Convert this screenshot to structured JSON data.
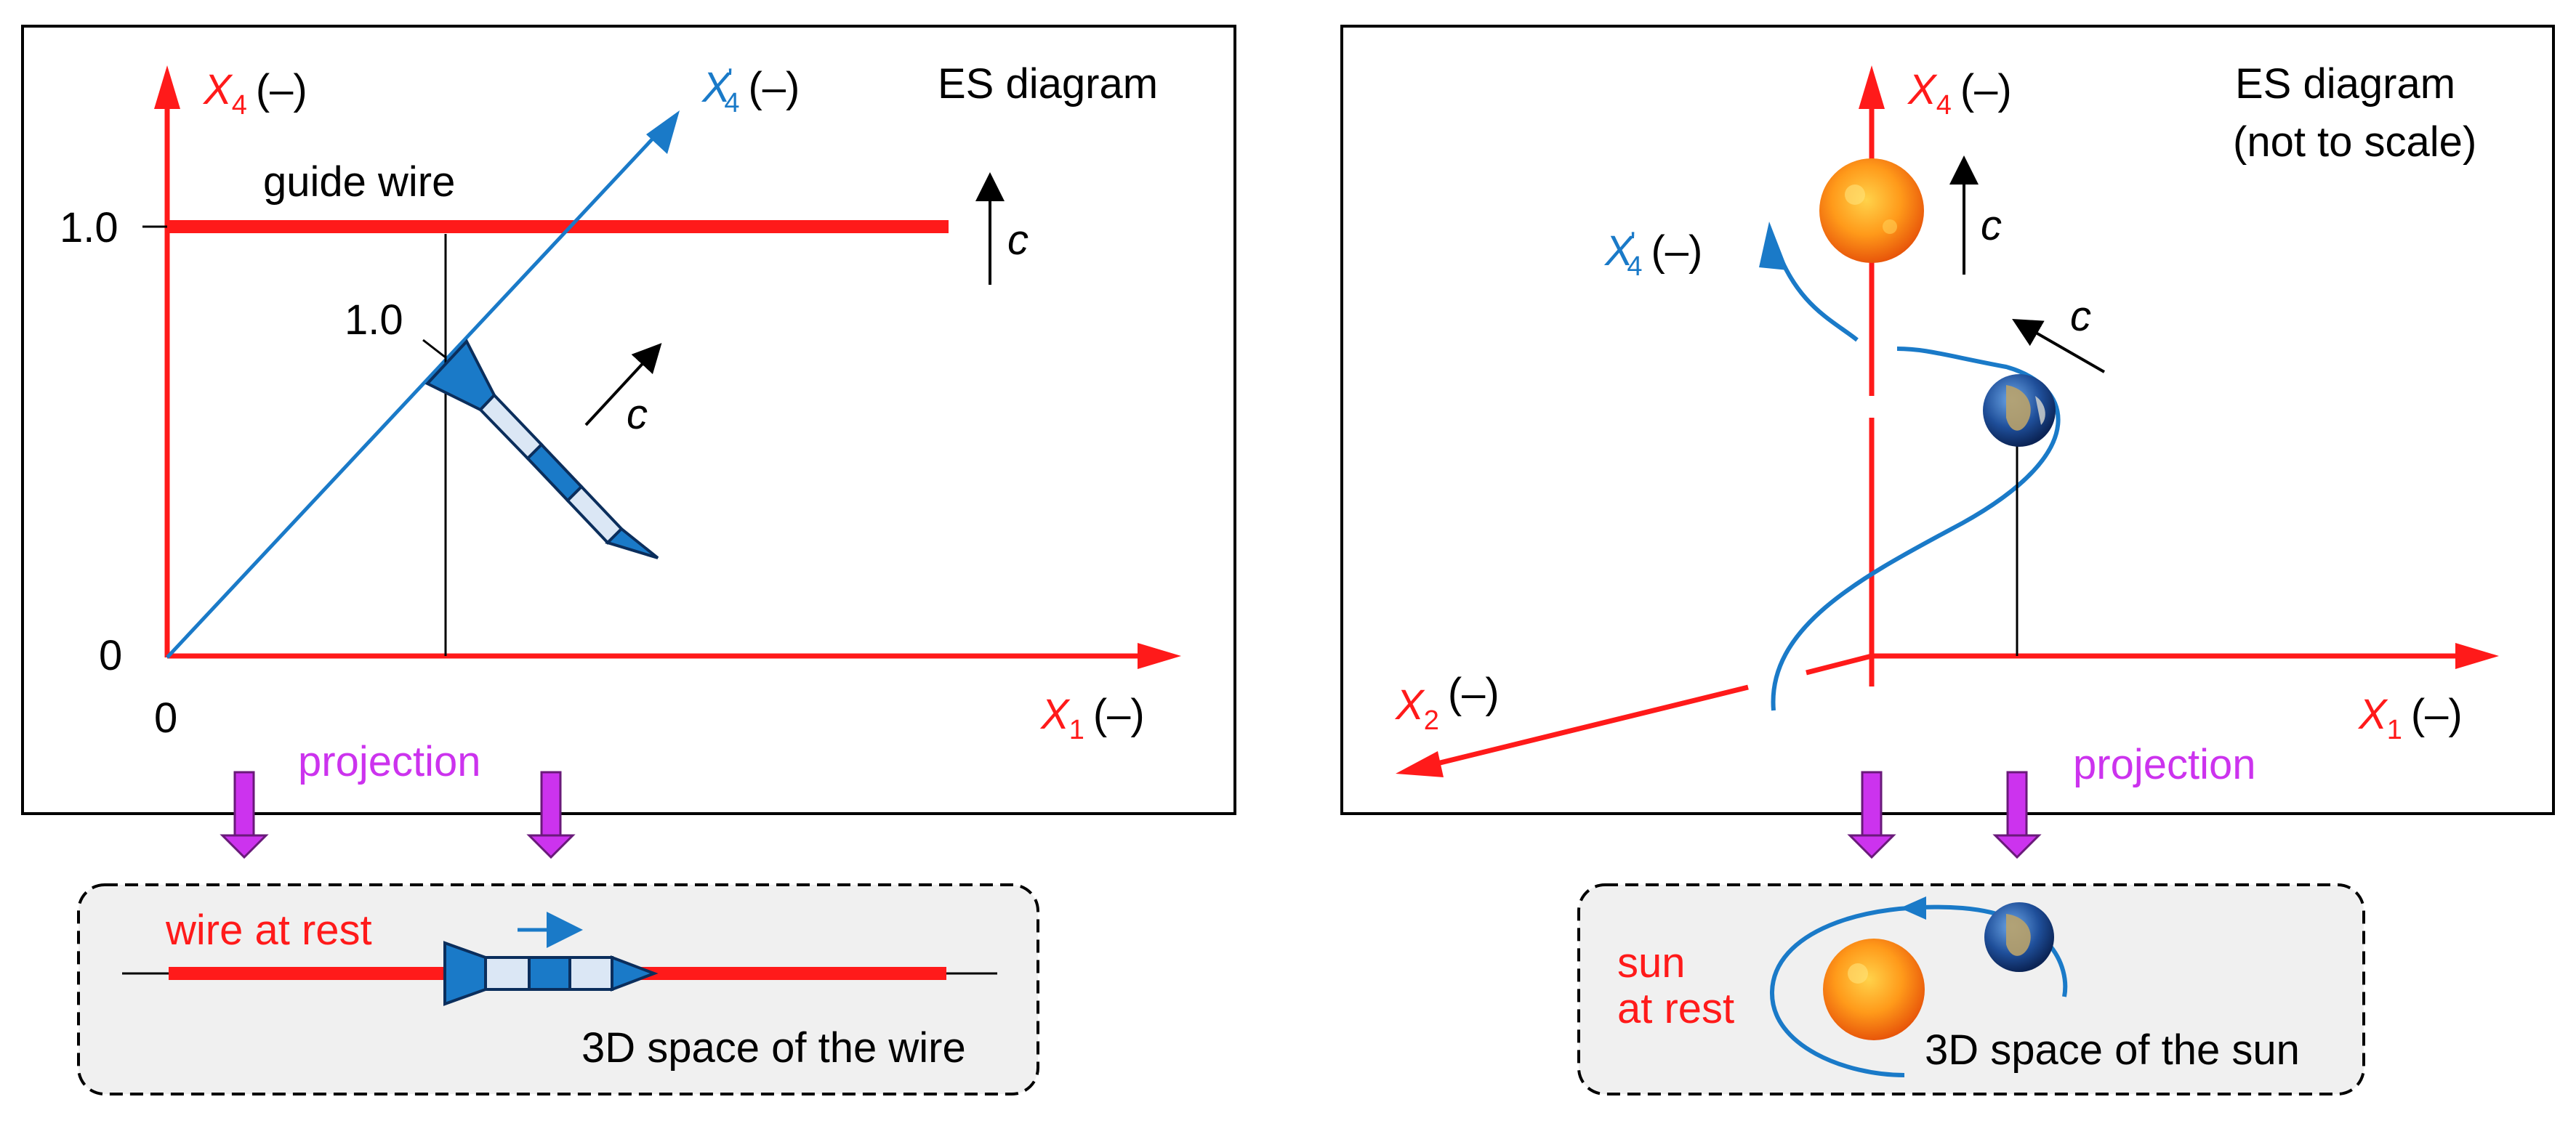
{
  "left_panel": {
    "title": "ES diagram",
    "x4_axis": {
      "symbol": "X",
      "sub": "4",
      "unit": "(–)"
    },
    "x4p_axis": {
      "symbol": "X",
      "sub": "4",
      "prime": "'",
      "unit": "(–)"
    },
    "x1_axis": {
      "symbol": "X",
      "sub": "1",
      "unit": "(–)"
    },
    "tick_y_top": "1.0",
    "tick_y_zero": "0",
    "tick_x_zero": "0",
    "guide_wire_label": "guide wire",
    "rocket_tick_label": "1.0",
    "c_label_vertical": "c",
    "c_label_diagonal": "c",
    "projection_label": "projection"
  },
  "left_bottom_box": {
    "wire_label": "wire at rest",
    "space_label": "3D space of the wire"
  },
  "right_panel": {
    "title_line1": "ES diagram",
    "title_line2": "(not to scale)",
    "x4_axis": {
      "symbol": "X",
      "sub": "4",
      "unit": "(–)"
    },
    "x4p_axis": {
      "symbol": "X",
      "sub": "4",
      "prime": "'",
      "unit": "(–)"
    },
    "x1_axis": {
      "symbol": "X",
      "sub": "1",
      "unit": "(–)"
    },
    "x2_axis": {
      "symbol": "X",
      "sub": "2",
      "unit": "(–)"
    },
    "c_label_vertical": "c",
    "c_label_diagonal": "c",
    "projection_label": "projection"
  },
  "right_bottom_box": {
    "sun_label_line1": "sun",
    "sun_label_line2": "at rest",
    "space_label": "3D space of the sun"
  },
  "colors": {
    "axis_red": "#ff1a1a",
    "worldline_blue": "#1a7ac8",
    "projection_purple": "#cc33ee",
    "box_fill": "#f0f0f0"
  }
}
